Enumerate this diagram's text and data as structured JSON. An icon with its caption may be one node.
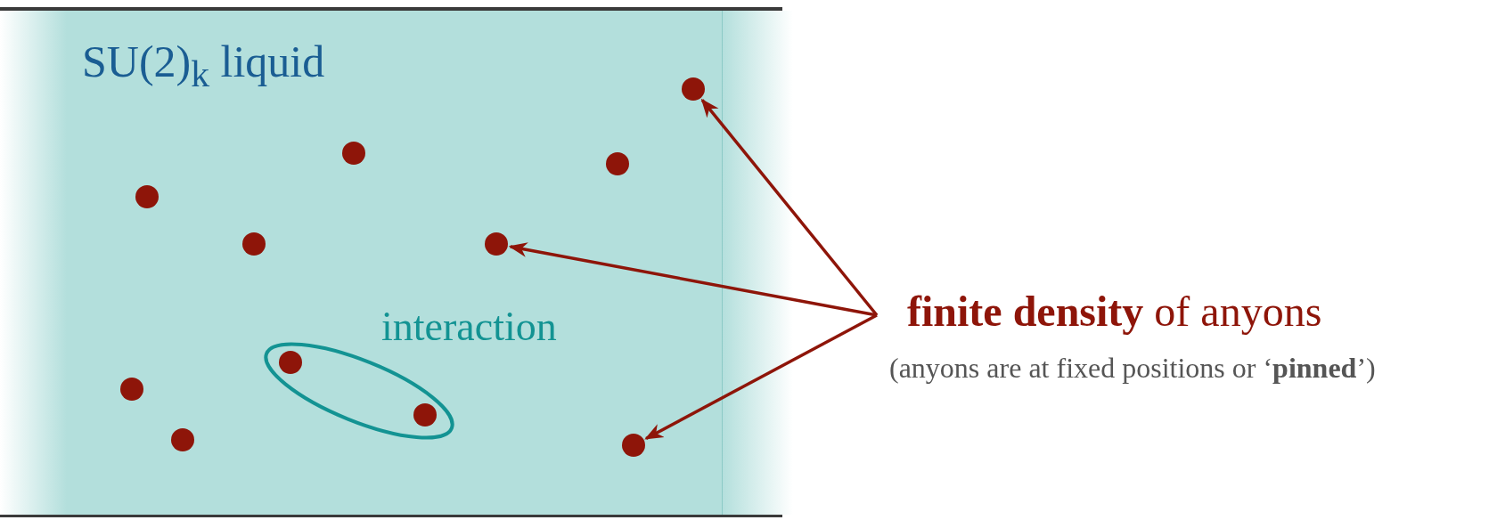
{
  "diagram": {
    "nodes": [
      {
        "text": [
          "SU(2)$_{k}$ liquid"
        ]
      },
      {
        "text": [],
        "shape": "circle",
        "in": 0
      },
      {
        "text": [],
        "shape": "circle",
        "in": 0
      },
      {
        "text": [],
        "shape": "circle",
        "in": 0
      },
      {
        "text": [],
        "shape": "circle",
        "in": 0
      },
      {
        "text": [],
        "shape": "circle",
        "in": 0
      },
      {
        "text": [],
        "shape": "circle",
        "in": 0
      },
      {
        "text": [
          "interaction"
        ],
        "in": 0
      },
      {
        "text": [],
        "shape": "circle",
        "in": 7
      },
      {
        "text": [],
        "shape": "circle",
        "in": 0
      },
      {
        "text": [],
        "shape": "circle",
        "in": 7
      },
      {
        "text": [],
        "shape": "circle",
        "in": 0
      },
      {
        "text": [],
        "shape": "circle",
        "in": 0
      },
      {
        "text": [
          "**finite density** of anyons",
          "(anyons are at fixed positions or ‘**pinned**’)"
        ]
      }
    ],
    "edges": [
      {
        "from": 13,
        "to": 1,
        "arrow": "to"
      },
      {
        "from": 13,
        "to": 6,
        "arrow": "to"
      },
      {
        "from": 13,
        "to": 12,
        "arrow": "to"
      }
    ]
  }
}
